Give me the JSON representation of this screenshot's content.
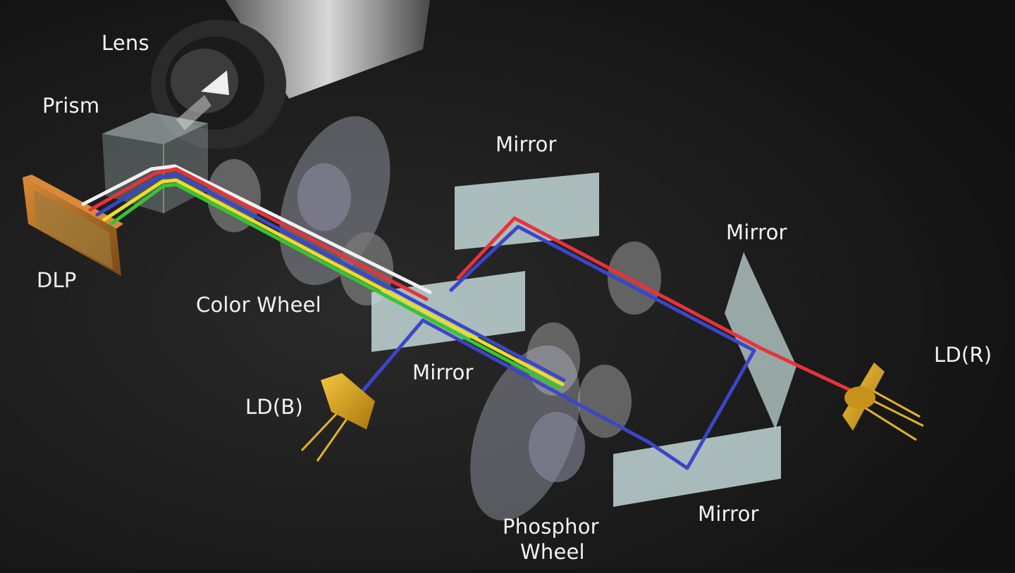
{
  "labels": {
    "lens": "Lens",
    "prism": "Prism",
    "dlp": "DLP",
    "color_wheel": "Color Wheel",
    "mirror_top": "Mirror",
    "mirror_right": "Mirror",
    "mirror_center": "Mirror",
    "mirror_bottom": "Mirror",
    "ld_blue": "LD(B)",
    "ld_red": "LD(R)",
    "phosphor_wheel_line1": "Phosphor",
    "phosphor_wheel_line2": "Wheel"
  },
  "colors": {
    "background": "#151515",
    "beam_red": "#e8333a",
    "beam_blue": "#3b46c8",
    "beam_green": "#37c437",
    "beam_yellow": "#e8de2a",
    "beam_white": "#f0f0f0",
    "laser_gold": "#d9a31a",
    "dlp_orange": "#c9782a",
    "glass": "#c8dedd"
  }
}
